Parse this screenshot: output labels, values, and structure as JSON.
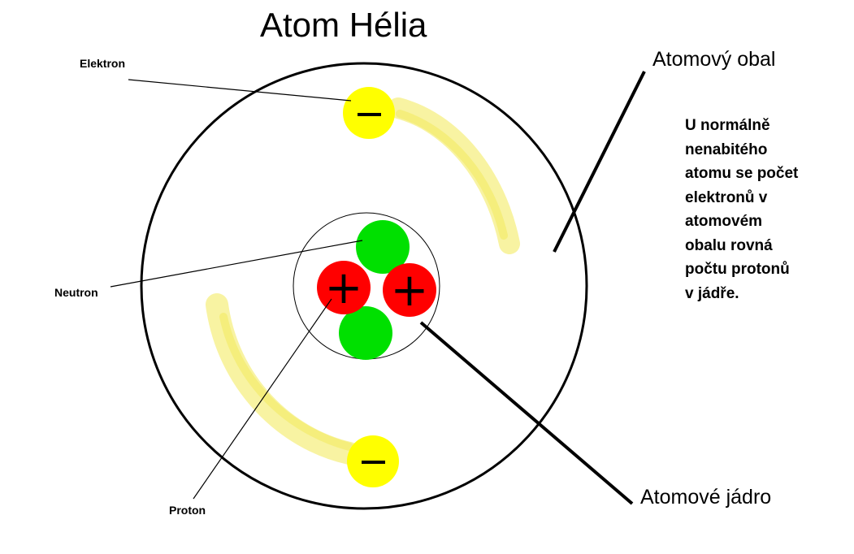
{
  "title": "Atom Hélia",
  "labels": {
    "electron": "Elektron",
    "neutron": "Neutron",
    "proton": "Proton",
    "shell": "Atomový obal",
    "nucleus": "Atomové jádro"
  },
  "note_lines": [
    "U normálně",
    "nenabitého",
    "atomu se počet",
    "elektronů v",
    "atomovém",
    "obalu rovná",
    "počtu protonů",
    "v jádře."
  ],
  "symbols": {
    "plus": "+",
    "minus": "−"
  },
  "colors": {
    "electron": "#ffff00",
    "electron_trail": "#f2ea55",
    "proton": "#ff0000",
    "neutron": "#00e000",
    "outline": "#000000"
  }
}
